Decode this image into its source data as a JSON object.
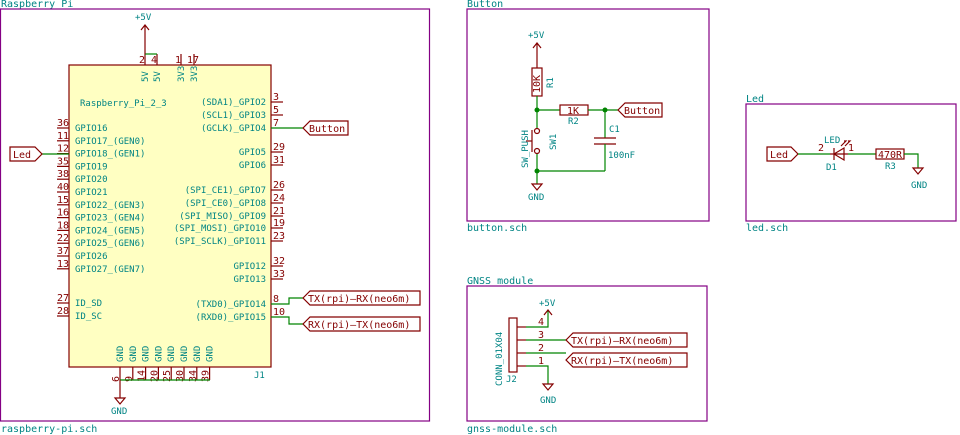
{
  "sheets": {
    "rpi": {
      "title": "Raspberry Pi",
      "file": "raspberry-pi.sch"
    },
    "button": {
      "title": "Button",
      "file": "button.sch"
    },
    "led": {
      "title": "Led",
      "file": "led.sch"
    },
    "gnss": {
      "title": "GNSS module",
      "file": "gnss-module.sch"
    }
  },
  "rpi_part": {
    "name": "Raspberry_Pi_2_3",
    "ref": "J1",
    "power_label": "+5V",
    "gnd_label": "GND",
    "top_pins": [
      {
        "num": "2",
        "name": "5V"
      },
      {
        "num": "4",
        "name": "5V"
      },
      {
        "num": "1",
        "name": "3V3"
      },
      {
        "num": "17",
        "name": "3V3"
      }
    ],
    "left_pins": [
      {
        "num": "36",
        "name": "GPIO16"
      },
      {
        "num": "11",
        "name": "GPIO17_(GEN0)"
      },
      {
        "num": "12",
        "name": "GPIO18_(GEN1)"
      },
      {
        "num": "35",
        "name": "GPIO19"
      },
      {
        "num": "38",
        "name": "GPIO20"
      },
      {
        "num": "40",
        "name": "GPIO21"
      },
      {
        "num": "15",
        "name": "GPIO22_(GEN3)"
      },
      {
        "num": "16",
        "name": "GPIO23_(GEN4)"
      },
      {
        "num": "18",
        "name": "GPIO24_(GEN5)"
      },
      {
        "num": "22",
        "name": "GPIO25_(GEN6)"
      },
      {
        "num": "37",
        "name": "GPIO26"
      },
      {
        "num": "13",
        "name": "GPIO27_(GEN7)"
      },
      {
        "num": "27",
        "name": "ID_SD"
      },
      {
        "num": "28",
        "name": "ID_SC"
      }
    ],
    "right_pins": [
      {
        "num": "3",
        "name": "(SDA1)_GPIO2"
      },
      {
        "num": "5",
        "name": "(SCL1)_GPIO3"
      },
      {
        "num": "7",
        "name": "(GCLK)_GPIO4"
      },
      {
        "num": "29",
        "name": "GPIO5"
      },
      {
        "num": "31",
        "name": "GPIO6"
      },
      {
        "num": "26",
        "name": "(SPI_CE1)_GPIO7"
      },
      {
        "num": "24",
        "name": "(SPI_CE0)_GPIO8"
      },
      {
        "num": "21",
        "name": "(SPI_MISO)_GPIO9"
      },
      {
        "num": "19",
        "name": "(SPI_MOSI)_GPIO10"
      },
      {
        "num": "23",
        "name": "(SPI_SCLK)_GPIO11"
      },
      {
        "num": "32",
        "name": "GPIO12"
      },
      {
        "num": "33",
        "name": "GPIO13"
      },
      {
        "num": "8",
        "name": "(TXD0)_GPIO14"
      },
      {
        "num": "10",
        "name": "(RXD0)_GPIO15"
      }
    ],
    "bottom_pins": [
      {
        "num": "6",
        "name": "GND"
      },
      {
        "num": "9",
        "name": "GND"
      },
      {
        "num": "14",
        "name": "GND"
      },
      {
        "num": "20",
        "name": "GND"
      },
      {
        "num": "25",
        "name": "GND"
      },
      {
        "num": "30",
        "name": "GND"
      },
      {
        "num": "34",
        "name": "GND"
      },
      {
        "num": "39",
        "name": "GND"
      }
    ]
  },
  "labels": {
    "led": "Led",
    "button": "Button",
    "tx": "TX(rpi)—RX(neo6m)",
    "rx": "RX(rpi)—TX(neo6m)"
  },
  "button_sheet": {
    "power": "+5V",
    "gnd": "GND",
    "r1_value": "10K",
    "r1_ref": "R1",
    "r2_value": "1K",
    "r2_ref": "R2",
    "c1_ref": "C1",
    "c1_value": "100nF",
    "sw_value": "SW_PUSH",
    "sw_ref": "SW1"
  },
  "led_sheet": {
    "d1_value": "LED",
    "d1_ref": "D1",
    "d1_pin2": "2",
    "d1_pin1": "1",
    "r3_value": "470R",
    "r3_ref": "R3",
    "gnd": "GND"
  },
  "gnss_sheet": {
    "power": "+5V",
    "gnd": "GND",
    "conn_value": "CONN_01X04",
    "conn_ref": "J2",
    "pins": [
      "4",
      "3",
      "2",
      "1"
    ]
  },
  "colors": {
    "wire": "#008400",
    "symbol": "#840000",
    "text": "#008484",
    "sheet_border": "#840084",
    "body_fill": "#ffffc2"
  }
}
